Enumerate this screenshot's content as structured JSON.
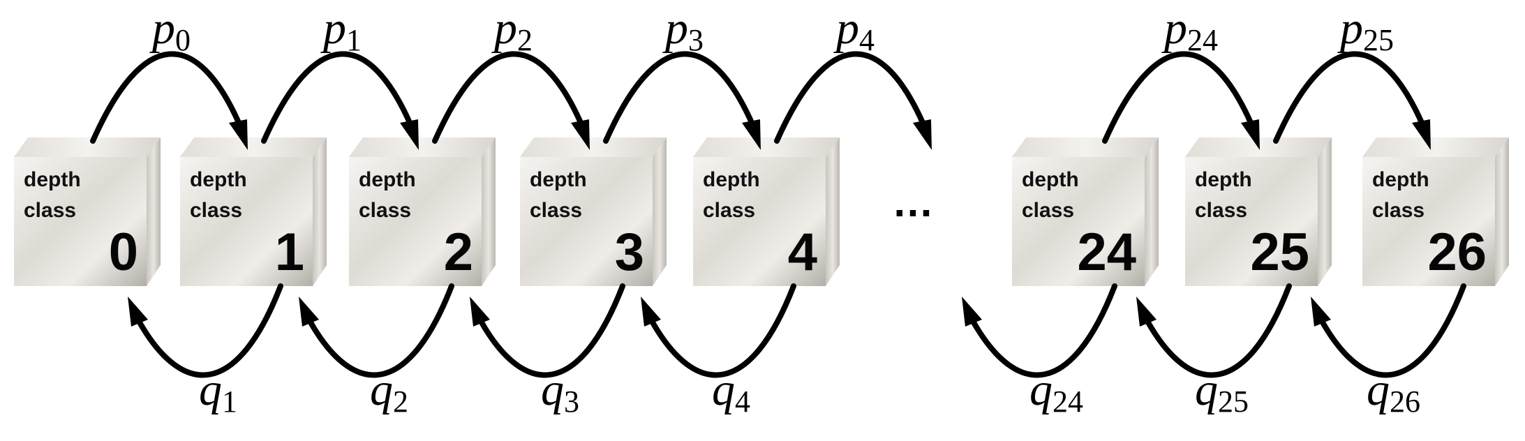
{
  "classes": [
    {
      "line1": "depth",
      "line2": "class",
      "number": "0"
    },
    {
      "line1": "depth",
      "line2": "class",
      "number": "1"
    },
    {
      "line1": "depth",
      "line2": "class",
      "number": "2"
    },
    {
      "line1": "depth",
      "line2": "class",
      "number": "3"
    },
    {
      "line1": "depth",
      "line2": "class",
      "number": "4"
    },
    {
      "line1": "depth",
      "line2": "class",
      "number": "24"
    },
    {
      "line1": "depth",
      "line2": "class",
      "number": "25"
    },
    {
      "line1": "depth",
      "line2": "class",
      "number": "26"
    }
  ],
  "forward_transitions": [
    {
      "symbol": "p",
      "subscript": "0"
    },
    {
      "symbol": "p",
      "subscript": "1"
    },
    {
      "symbol": "p",
      "subscript": "2"
    },
    {
      "symbol": "p",
      "subscript": "3"
    },
    {
      "symbol": "p",
      "subscript": "4"
    },
    {
      "symbol": "p",
      "subscript": "24"
    },
    {
      "symbol": "p",
      "subscript": "25"
    }
  ],
  "backward_transitions": [
    {
      "symbol": "q",
      "subscript": "1"
    },
    {
      "symbol": "q",
      "subscript": "2"
    },
    {
      "symbol": "q",
      "subscript": "3"
    },
    {
      "symbol": "q",
      "subscript": "4"
    },
    {
      "symbol": "q",
      "subscript": "24"
    },
    {
      "symbol": "q",
      "subscript": "25"
    },
    {
      "symbol": "q",
      "subscript": "26"
    }
  ],
  "ellipsis": "…",
  "colors": {
    "cube_front_light": "#f3f1ee",
    "cube_front_dark": "#b9b5ae",
    "cube_top": "#ece9e4",
    "cube_side": "#cfcbc4",
    "arrow": "#000000"
  }
}
